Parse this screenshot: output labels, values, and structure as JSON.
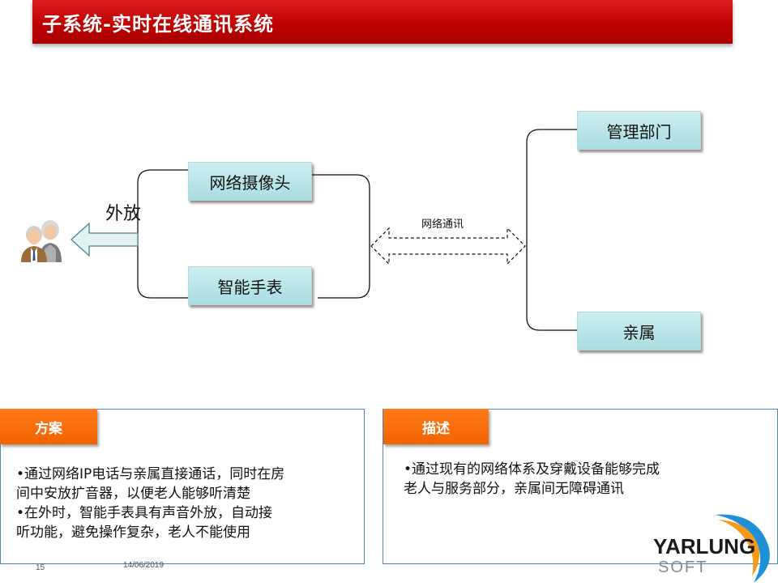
{
  "header": {
    "title": "子系统-实时在线通讯系统"
  },
  "diagram": {
    "nodes": {
      "camera": "网络摄像头",
      "watch": "智能手表",
      "management": "管理部门",
      "relatives": "亲属"
    },
    "speaker_label": "外放",
    "network_label": "网络通讯",
    "elderly_icon": "elderly-couple-icon"
  },
  "panels": {
    "solution": {
      "title": "方案",
      "bullets": [
        "•通过网络IP电话与亲属直接通话，同时在房",
        "间中安放扩音器，以便老人能够听清楚",
        "•在外时，智能手表具有声音外放，自动接",
        "听功能，避免操作复杂，老人不能使用"
      ]
    },
    "description": {
      "title": "描述",
      "bullets": [
        "•通过现有的网络体系及穿戴设备能够完成",
        "老人与服务部分，亲属间无障碍通讯"
      ]
    }
  },
  "footer": {
    "page_number": "15",
    "date": "14/06/2019"
  },
  "logo": {
    "main": "YARLUNG",
    "sub": "SOFT"
  },
  "colors": {
    "title_bar": "#c00000",
    "node_fill": "#a9dde2",
    "tab_fill": "#f26400",
    "panel_border": "#4f81bd",
    "logo_swoosh": "#1f8fd6"
  }
}
